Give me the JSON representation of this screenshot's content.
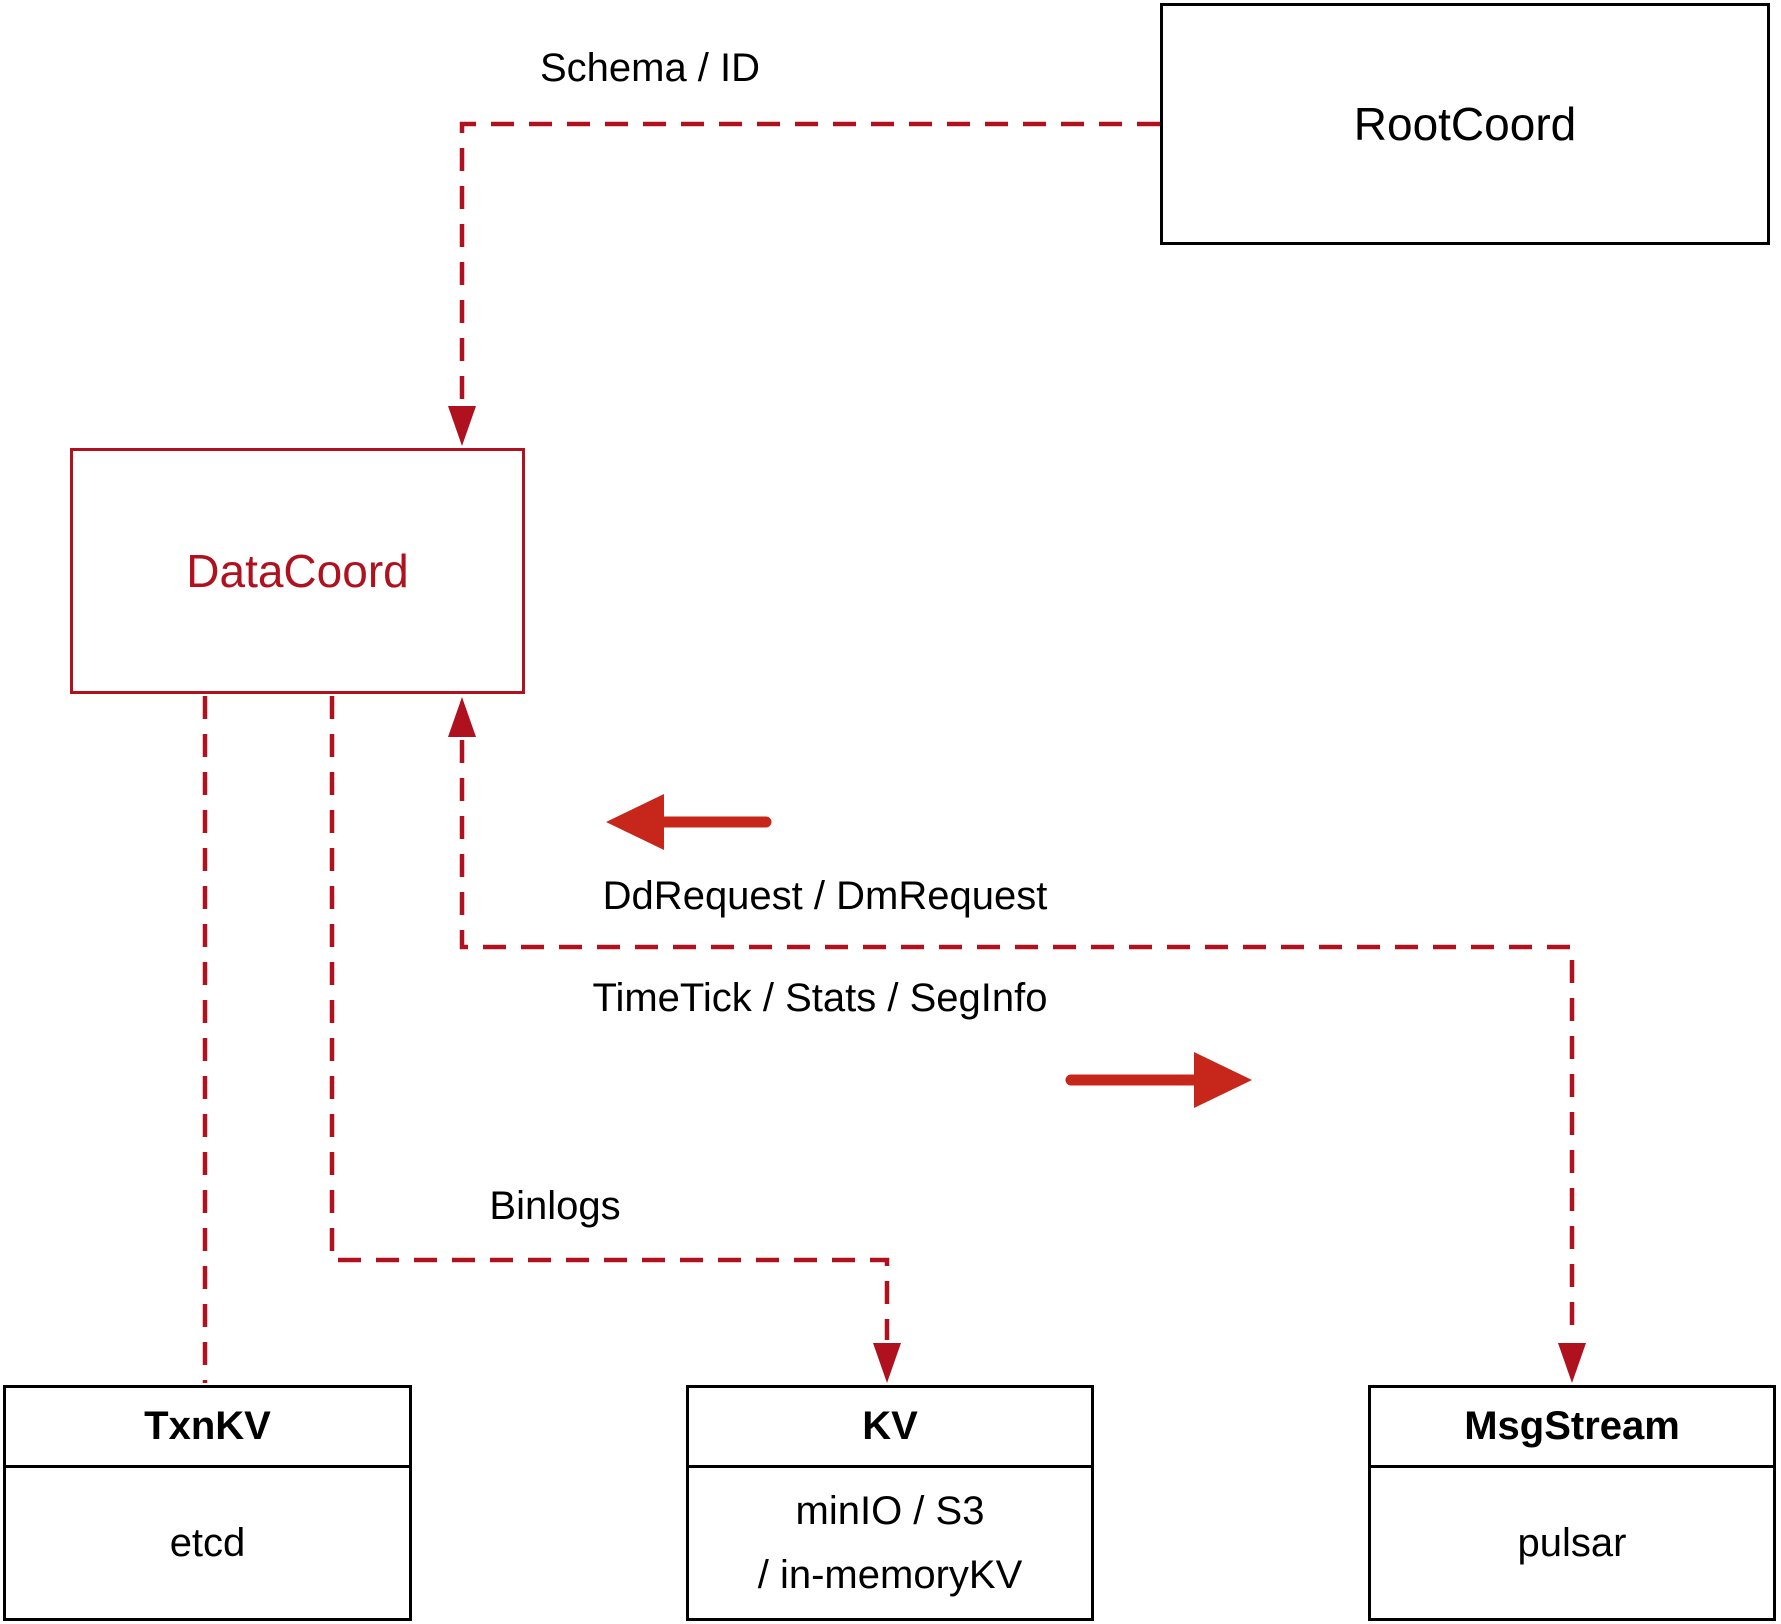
{
  "diagram": {
    "nodes": {
      "rootcoord": {
        "label": "RootCoord"
      },
      "datacoord": {
        "label": "DataCoord"
      },
      "txnkv": {
        "title": "TxnKV",
        "body": "etcd"
      },
      "kv": {
        "title": "KV",
        "body_line1": "minIO / S3",
        "body_line2": "/ in-memoryKV"
      },
      "msgstream": {
        "title": "MsgStream",
        "body": "pulsar"
      }
    },
    "edge_labels": {
      "schema_id": "Schema / ID",
      "dd_request": "DdRequest / DmRequest",
      "timetick": "TimeTick / Stats / SegInfo",
      "binlogs": "Binlogs"
    },
    "colors": {
      "dashed_line": "#b0111f",
      "solid_arrow": "#c6271a",
      "box_border": "#000000",
      "datacoord_accent": "#b0111f",
      "background": "#ffffff"
    }
  }
}
